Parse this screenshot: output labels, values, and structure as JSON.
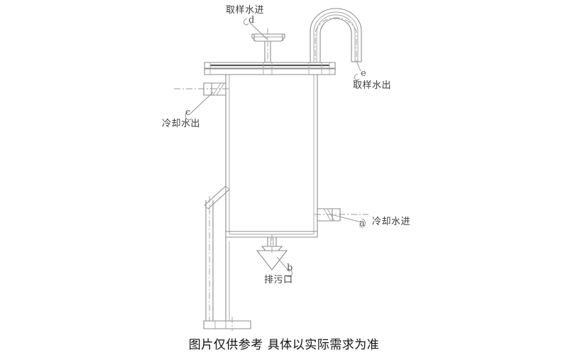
{
  "diagram": {
    "title_caption": "图片仅供参考 具体以实际需求为准",
    "equipment_type": "sampling-cooler-vessel",
    "callouts": [
      {
        "id": "a",
        "marker": "a",
        "label": "冷却水进",
        "meaning": "cooling water inlet",
        "position": "right-lower"
      },
      {
        "id": "b",
        "marker": "b",
        "label": "排污口",
        "meaning": "drain / blowdown port",
        "position": "bottom-center"
      },
      {
        "id": "c",
        "marker": "c",
        "label": "冷却水出",
        "meaning": "cooling water outlet",
        "position": "left-upper"
      },
      {
        "id": "d",
        "marker": "d",
        "label": "取样水进",
        "meaning": "sample water inlet",
        "position": "top-center"
      },
      {
        "id": "e",
        "marker": "e",
        "label": "取样水出",
        "meaning": "sample water outlet",
        "position": "top-right"
      }
    ],
    "colors": {
      "background": "#ffffff",
      "line": "#8c8c8c",
      "line_dark": "#6e6e6e",
      "gasket": "#5a5a5a",
      "centerline": "#9a9a9a",
      "text": "#3b3b3b",
      "caption_text": "#121212"
    }
  }
}
